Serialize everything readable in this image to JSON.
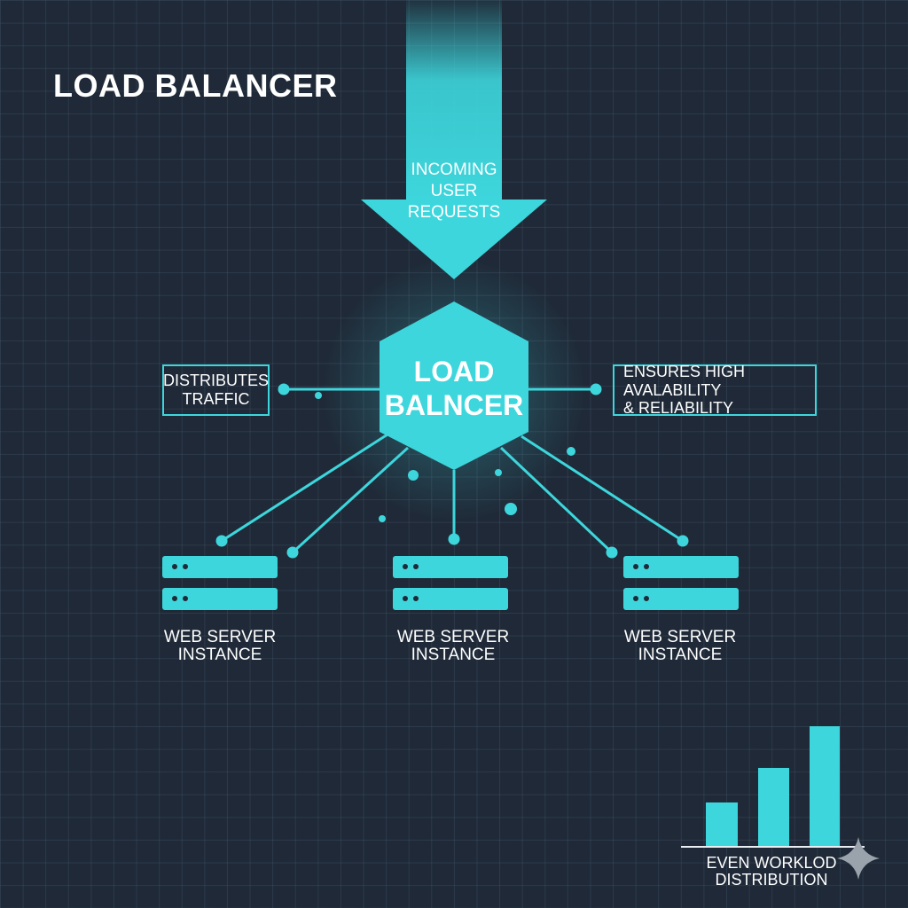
{
  "title": "LOAD BALANCER",
  "incoming": {
    "line1": "INCOMING",
    "line2": "USER",
    "line3": "REQUESTS"
  },
  "hub": {
    "line1": "LOAD",
    "line2": "BALNCER"
  },
  "left_note": {
    "line1": "DISTRIBUTES",
    "line2": "TRAFFIC"
  },
  "right_note": {
    "line1": "ENSURES HIGH AVALABILITY",
    "line2": "& RELIABILITY"
  },
  "servers": [
    {
      "line1": "WEB SERVER",
      "line2": "INSTANCE"
    },
    {
      "line1": "WEB SERVER",
      "line2": "INSTANCE"
    },
    {
      "line1": "WEB SERVER",
      "line2": "INSTANCE"
    }
  ],
  "workload": {
    "line1": "EVEN WORKLOD",
    "line2": "DISTRIBUTION",
    "bars": [
      1,
      2,
      3
    ]
  },
  "colors": {
    "accent": "#3dd6dc",
    "background": "#1f2937"
  }
}
